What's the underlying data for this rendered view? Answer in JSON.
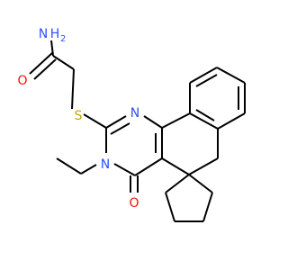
{
  "molecule": {
    "atom_labels": {
      "nh2_n": "N",
      "nh2_h": "H",
      "nh2_h_count": "2",
      "amide_o": "O",
      "thioether_s": "S",
      "ring_n1": "N",
      "ring_n3": "N",
      "ketone_o": "O"
    },
    "colors": {
      "nitrogen": "#3050F8",
      "oxygen": "#FF0D0D",
      "sulfur": "#C8A300",
      "bond": "#000000"
    }
  }
}
